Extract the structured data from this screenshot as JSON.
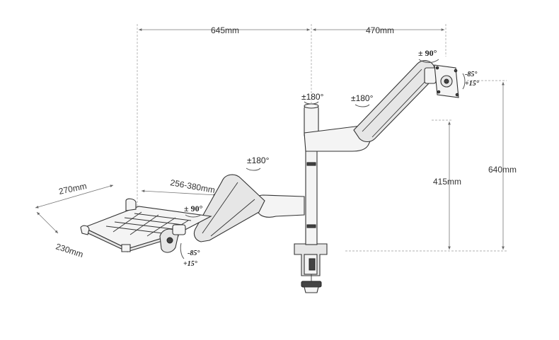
{
  "dimensions": {
    "width_left": "645mm",
    "width_right": "470mm",
    "height_total": "640mm",
    "height_pole": "415mm",
    "tray_width": "270mm",
    "tray_depth": "230mm",
    "tray_adjust": "256-380mm"
  },
  "rotations": {
    "monitor_swivel": "± 90°",
    "monitor_tilt_minus": "-85°",
    "monitor_tilt_plus": "+15°",
    "pole_top": "±180°",
    "upper_arm_joint": "±180°",
    "laptop_arm_joint": "±180°",
    "tray_swivel": "± 90°",
    "tray_tilt_minus": "-85°",
    "tray_tilt_plus": "+15°"
  },
  "colors": {
    "line": "#333333",
    "dimension_line": "#777777",
    "part_fill": "#f4f4f4"
  }
}
